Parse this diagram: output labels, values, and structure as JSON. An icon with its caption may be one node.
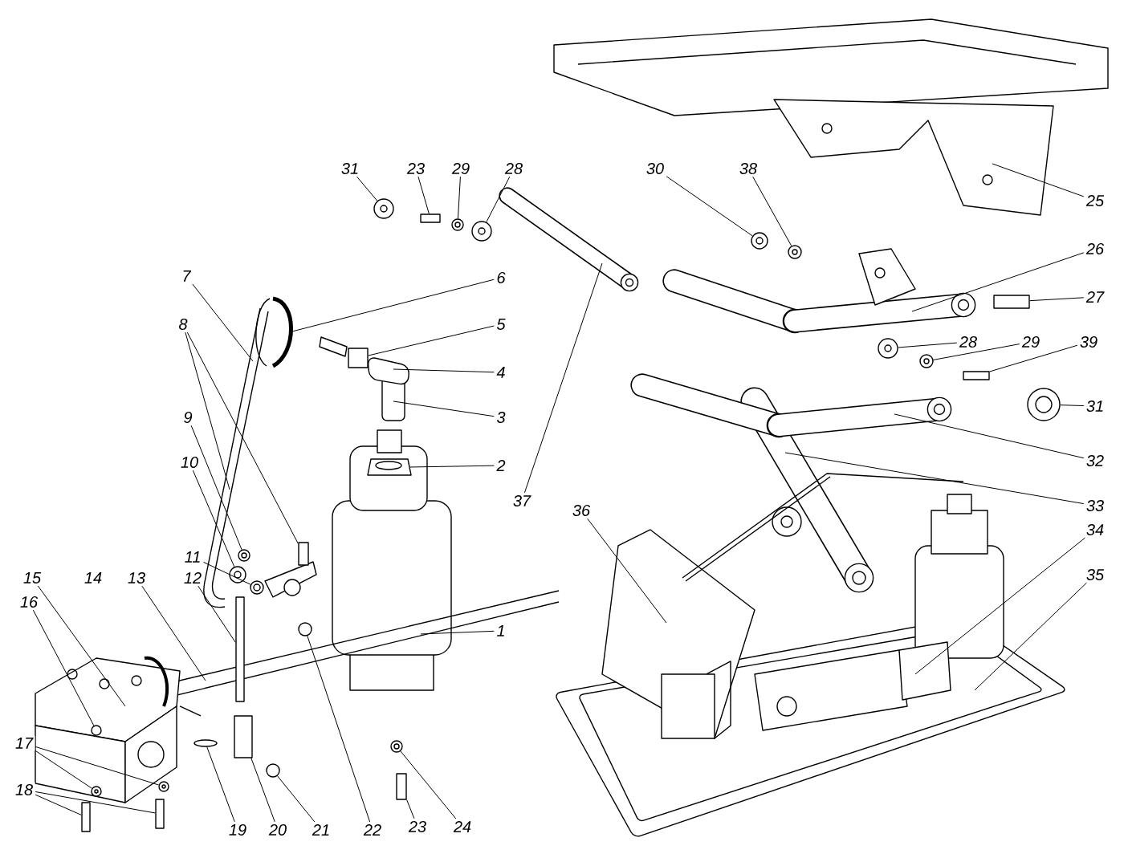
{
  "diagram": {
    "nodes": [
      {
        "text": [
          "1"
        ]
      },
      {
        "text": [
          "2"
        ]
      },
      {
        "text": [
          "3"
        ]
      },
      {
        "text": [
          "4"
        ]
      },
      {
        "text": [
          "5"
        ]
      },
      {
        "text": [
          "6"
        ]
      },
      {
        "text": [
          "7"
        ]
      },
      {
        "text": [
          "8"
        ]
      },
      {
        "text": [
          "9"
        ]
      },
      {
        "text": [
          "10"
        ]
      },
      {
        "text": [
          "11"
        ]
      },
      {
        "text": [
          "12"
        ]
      },
      {
        "text": [
          "13"
        ]
      },
      {
        "text": [
          "15"
        ]
      },
      {
        "text": [
          "16"
        ]
      },
      {
        "text": [
          "17"
        ]
      },
      {
        "text": [
          "18"
        ]
      },
      {
        "text": [
          "19"
        ]
      },
      {
        "text": [
          "20"
        ]
      },
      {
        "text": [
          "21"
        ]
      },
      {
        "text": [
          "22"
        ]
      },
      {
        "text": [
          "23"
        ]
      },
      {
        "text": [
          "24"
        ]
      },
      {
        "text": [
          "25"
        ]
      },
      {
        "text": [
          "26"
        ]
      },
      {
        "text": [
          "27"
        ]
      },
      {
        "text": [
          "28"
        ]
      },
      {
        "text": [
          "29"
        ]
      },
      {
        "text": [
          "30"
        ]
      },
      {
        "text": [
          "31"
        ]
      },
      {
        "text": [
          "23"
        ]
      },
      {
        "text": [
          "29"
        ]
      },
      {
        "text": [
          "28"
        ]
      },
      {
        "text": [
          "31"
        ]
      },
      {
        "text": [
          "32"
        ]
      },
      {
        "text": [
          "33"
        ]
      },
      {
        "text": [
          "34"
        ]
      },
      {
        "text": [
          "35"
        ]
      },
      {
        "text": [
          "36"
        ]
      },
      {
        "text": [
          "37"
        ]
      },
      {
        "text": [
          "38"
        ]
      },
      {
        "text": [
          "39"
        ]
      },
      {
        "text": [],
        "shape": "circle"
      },
      {
        "text": [],
        "shape": "box"
      },
      {
        "text": [],
        "shape": "circle"
      },
      {
        "text": [],
        "shape": "circle"
      },
      {
        "text": [],
        "shape": "circle"
      },
      {
        "text": [],
        "shape": "circle"
      },
      {
        "text": [],
        "shape": "box"
      },
      {
        "text": [],
        "shape": "circle"
      },
      {
        "text": [],
        "shape": "circle"
      },
      {
        "text": [],
        "shape": "box"
      },
      {
        "text": [],
        "shape": "circle"
      },
      {
        "text": [],
        "shape": "box"
      },
      {
        "text": [],
        "shape": "circle"
      },
      {
        "text": [],
        "shape": "circle"
      },
      {
        "text": [],
        "shape": "box"
      },
      {
        "text": [],
        "shape": "box"
      },
      {
        "text": [],
        "shape": "circle"
      },
      {
        "text": [],
        "shape": "circle"
      },
      {
        "text": [],
        "shape": "circle"
      },
      {
        "text": [],
        "shape": "box"
      },
      {
        "text": [],
        "shape": "box"
      },
      {
        "text": [],
        "shape": "ellipse"
      },
      {
        "text": [],
        "shape": "box"
      },
      {
        "text": [],
        "shape": "circle"
      },
      {
        "text": [],
        "shape": "circle"
      },
      {
        "text": [],
        "shape": "box"
      },
      {
        "text": [],
        "shape": "circle"
      },
      {
        "text": [],
        "shape": "circle"
      }
    ],
    "edges": [
      {
        "from": 0,
        "to": null,
        "arrow": "none"
      },
      {
        "from": 1,
        "to": null,
        "arrow": "none"
      },
      {
        "from": 2,
        "to": null,
        "arrow": "none"
      },
      {
        "from": 3,
        "to": null,
        "arrow": "none"
      },
      {
        "from": 4,
        "to": 53,
        "arrow": "none"
      },
      {
        "from": 5,
        "to": null,
        "arrow": "none"
      },
      {
        "from": 6,
        "to": null,
        "arrow": "none"
      },
      {
        "from": 7,
        "to": null,
        "arrow": "none"
      },
      {
        "from": 7,
        "to": 56,
        "arrow": "none"
      },
      {
        "from": 8,
        "to": 54,
        "arrow": "none"
      },
      {
        "from": 9,
        "to": 55,
        "arrow": "none"
      },
      {
        "from": 10,
        "to": 69,
        "arrow": "none"
      },
      {
        "from": 11,
        "to": 57,
        "arrow": "none"
      },
      {
        "from": 12,
        "to": null,
        "arrow": "none"
      },
      {
        "from": 13,
        "to": null,
        "arrow": "none"
      },
      {
        "from": 14,
        "to": 58,
        "arrow": "none"
      },
      {
        "from": 15,
        "to": 59,
        "arrow": "none"
      },
      {
        "from": 15,
        "to": 60,
        "arrow": "none"
      },
      {
        "from": 16,
        "to": 61,
        "arrow": "none"
      },
      {
        "from": 16,
        "to": 62,
        "arrow": "none"
      },
      {
        "from": 17,
        "to": 63,
        "arrow": "none"
      },
      {
        "from": 18,
        "to": 64,
        "arrow": "none"
      },
      {
        "from": 19,
        "to": 65,
        "arrow": "none"
      },
      {
        "from": 20,
        "to": 66,
        "arrow": "none"
      },
      {
        "from": 21,
        "to": 67,
        "arrow": "none"
      },
      {
        "from": 22,
        "to": 68,
        "arrow": "none"
      },
      {
        "from": 23,
        "to": null,
        "arrow": "none"
      },
      {
        "from": 24,
        "to": null,
        "arrow": "none"
      },
      {
        "from": 25,
        "to": 48,
        "arrow": "none"
      },
      {
        "from": 26,
        "to": 49,
        "arrow": "none"
      },
      {
        "from": 27,
        "to": 50,
        "arrow": "none"
      },
      {
        "from": 28,
        "to": 46,
        "arrow": "none"
      },
      {
        "from": 29,
        "to": 42,
        "arrow": "none"
      },
      {
        "from": 30,
        "to": 43,
        "arrow": "none"
      },
      {
        "from": 31,
        "to": 44,
        "arrow": "none"
      },
      {
        "from": 32,
        "to": 45,
        "arrow": "none"
      },
      {
        "from": 33,
        "to": 52,
        "arrow": "none"
      },
      {
        "from": 34,
        "to": null,
        "arrow": "none"
      },
      {
        "from": 35,
        "to": null,
        "arrow": "none"
      },
      {
        "from": 36,
        "to": null,
        "arrow": "none"
      },
      {
        "from": 37,
        "to": null,
        "arrow": "none"
      },
      {
        "from": 38,
        "to": null,
        "arrow": "none"
      },
      {
        "from": 39,
        "to": null,
        "arrow": "none"
      },
      {
        "from": 40,
        "to": 47,
        "arrow": "none"
      },
      {
        "from": 41,
        "to": 51,
        "arrow": "none"
      }
    ],
    "labels": [
      "14"
    ]
  }
}
